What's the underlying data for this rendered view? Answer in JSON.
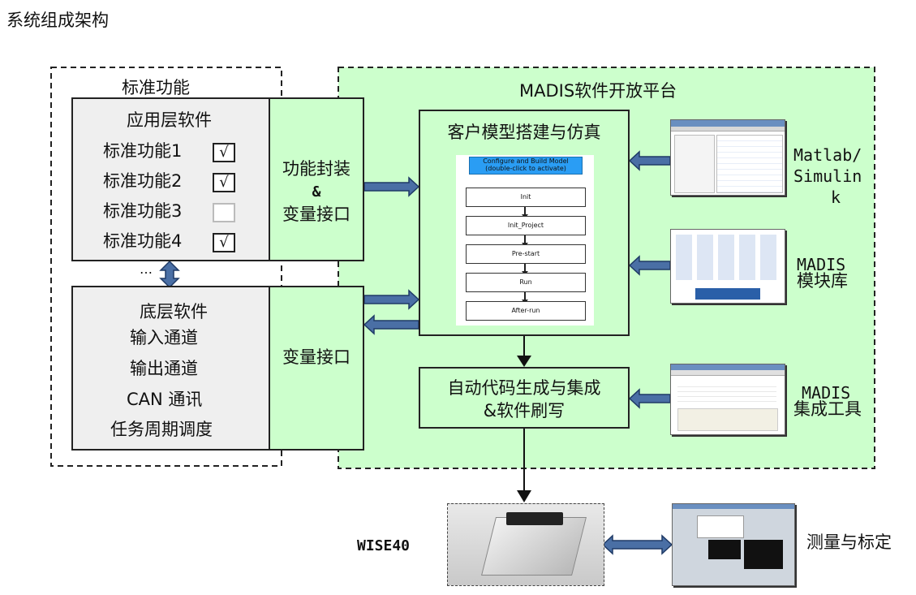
{
  "page_title": "系统组成架构",
  "standard_group": {
    "title": "标准功能"
  },
  "app_software": {
    "title": "应用层软件",
    "features": [
      {
        "label": "标准功能1",
        "checked": true
      },
      {
        "label": "标准功能2",
        "checked": true
      },
      {
        "label": "标准功能3",
        "checked": false
      },
      {
        "label": "标准功能4",
        "checked": true
      }
    ],
    "check_mark": "√",
    "ellipsis": "…"
  },
  "interface_top": {
    "line1": "功能封装",
    "line2": "&",
    "line3": "变量接口"
  },
  "base_software": {
    "title": "底层软件",
    "items": [
      "输入通道",
      "输出通道",
      "CAN 通讯",
      "任务周期调度"
    ]
  },
  "interface_bottom": {
    "label": "变量接口"
  },
  "platform": {
    "title": "MADIS软件开放平台"
  },
  "model_box": {
    "title": "客户模型搭建与仿真",
    "config_button": "Configure and Build Model\n(double-click to activate)",
    "steps": [
      "Init",
      "Init_Project",
      "Pre-start",
      "Run",
      "After-run"
    ]
  },
  "codegen_box": {
    "line1": "自动代码生成与集成",
    "line2": "&软件刷写"
  },
  "tools": [
    {
      "line1": "Matlab/",
      "line2": "Simulin",
      "line3": "k"
    },
    {
      "line1": "MADIS",
      "line2": "模块库"
    },
    {
      "line1": "MADIS",
      "line2": "集成工具"
    }
  ],
  "hardware": {
    "label": "WISE40"
  },
  "measurement": {
    "label": "测量与标定"
  },
  "colors": {
    "green_fill": "#ccffcc",
    "arrow_blue": "#4a6fa5",
    "gray_fill": "#efefef"
  }
}
